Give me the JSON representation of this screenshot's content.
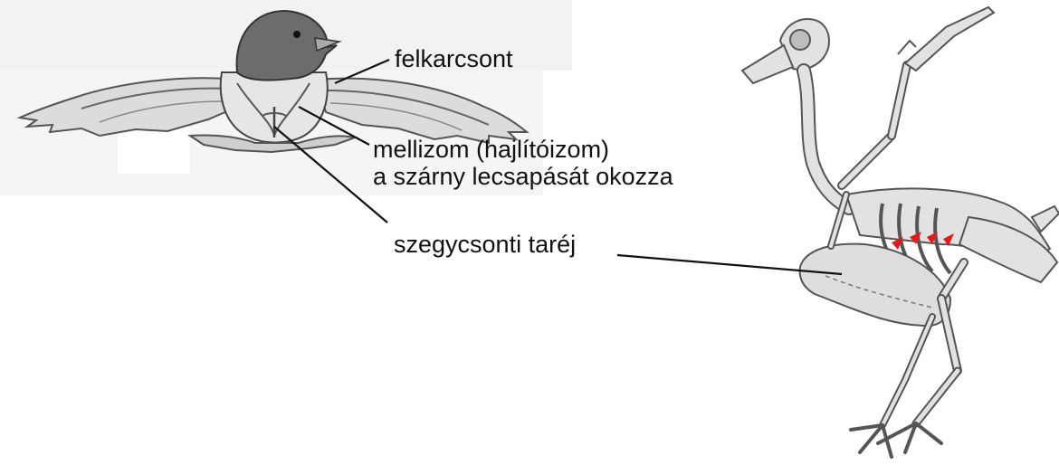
{
  "labels": {
    "humerus": "felkarcsont",
    "pectoral_line1": "mellizom (hajlítóizom)",
    "pectoral_line2": "a szárny lecsapását okozza",
    "keel": "szegycsonti taréj"
  },
  "colors": {
    "line": "#111111",
    "bone_fill": "#e2e2e2",
    "bone_stroke": "#555555",
    "muscle_marks": "#e81818",
    "bird_head": "#6c6c6c",
    "background_panel": "#f1f1f1"
  }
}
